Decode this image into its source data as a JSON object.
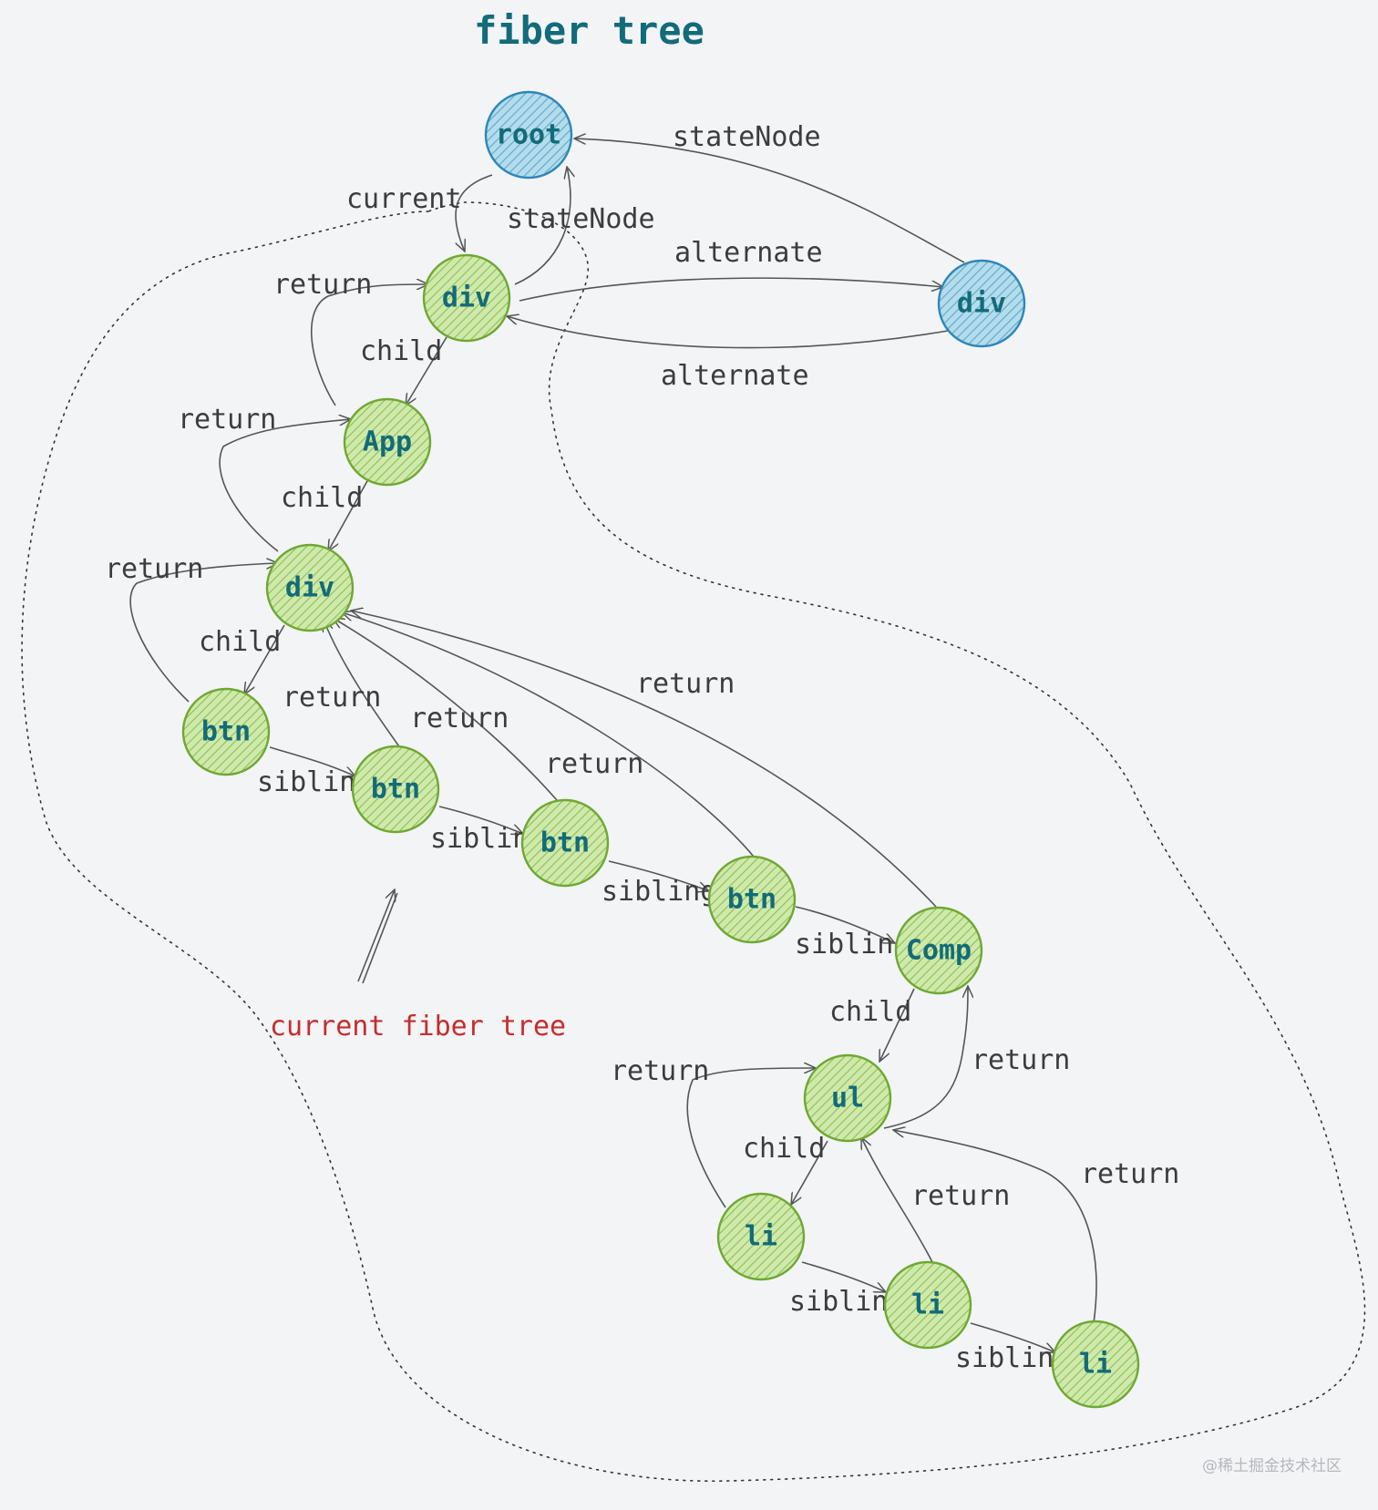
{
  "title": "fiber tree",
  "boundary_label": "current fiber tree",
  "watermark": "@稀土掘金技术社区",
  "colors": {
    "green_fill": "#c9e7a5",
    "green_stroke": "#6fa832",
    "blue_fill": "#a9d8e6",
    "blue_stroke": "#2d87b8",
    "node_text": "#136b78",
    "edge": "#555555",
    "label_red": "#c72c2c"
  },
  "nodes": [
    {
      "id": "root",
      "label": "root",
      "style": "blue"
    },
    {
      "id": "div-alt",
      "label": "div",
      "style": "blue"
    },
    {
      "id": "div-host",
      "label": "div",
      "style": "green"
    },
    {
      "id": "app",
      "label": "App",
      "style": "green"
    },
    {
      "id": "div-inner",
      "label": "div",
      "style": "green"
    },
    {
      "id": "btn1",
      "label": "btn",
      "style": "green"
    },
    {
      "id": "btn2",
      "label": "btn",
      "style": "green"
    },
    {
      "id": "btn3",
      "label": "btn",
      "style": "green"
    },
    {
      "id": "btn4",
      "label": "btn",
      "style": "green"
    },
    {
      "id": "comp",
      "label": "Comp",
      "style": "green"
    },
    {
      "id": "ul",
      "label": "ul",
      "style": "green"
    },
    {
      "id": "li1",
      "label": "li",
      "style": "green"
    },
    {
      "id": "li2",
      "label": "li",
      "style": "green"
    },
    {
      "id": "li3",
      "label": "li",
      "style": "green"
    }
  ],
  "edges": [
    {
      "id": "root-current",
      "from": "root",
      "to": "div-host",
      "label": "current"
    },
    {
      "id": "divhost-statenode",
      "from": "div-host",
      "to": "root",
      "label": "stateNode"
    },
    {
      "id": "divalt-statenode",
      "from": "div-alt",
      "to": "root",
      "label": "stateNode"
    },
    {
      "id": "alternate-1",
      "from": "div-host",
      "to": "div-alt",
      "label": "alternate"
    },
    {
      "id": "alternate-2",
      "from": "div-alt",
      "to": "div-host",
      "label": "alternate"
    },
    {
      "id": "divhost-child",
      "from": "div-host",
      "to": "app",
      "label": "child"
    },
    {
      "id": "app-return",
      "from": "app",
      "to": "div-host",
      "label": "return"
    },
    {
      "id": "app-child",
      "from": "app",
      "to": "div-inner",
      "label": "child"
    },
    {
      "id": "divinner-return",
      "from": "div-inner",
      "to": "app",
      "label": "return"
    },
    {
      "id": "divinner-child",
      "from": "div-inner",
      "to": "btn1",
      "label": "child"
    },
    {
      "id": "btn1-return",
      "from": "btn1",
      "to": "div-inner",
      "label": "return"
    },
    {
      "id": "btn1-sibling",
      "from": "btn1",
      "to": "btn2",
      "label": "sibling"
    },
    {
      "id": "btn2-return",
      "from": "btn2",
      "to": "div-inner",
      "label": "return"
    },
    {
      "id": "btn2-sibling",
      "from": "btn2",
      "to": "btn3",
      "label": "sibling"
    },
    {
      "id": "btn3-return",
      "from": "btn3",
      "to": "div-inner",
      "label": "return"
    },
    {
      "id": "btn3-sibling",
      "from": "btn3",
      "to": "btn4",
      "label": "sibling"
    },
    {
      "id": "btn4-return",
      "from": "btn4",
      "to": "div-inner",
      "label": "return"
    },
    {
      "id": "btn4-sibling",
      "from": "btn4",
      "to": "comp",
      "label": "sibling"
    },
    {
      "id": "comp-return",
      "from": "comp",
      "to": "div-inner",
      "label": "return"
    },
    {
      "id": "comp-child",
      "from": "comp",
      "to": "ul",
      "label": "child"
    },
    {
      "id": "ul-return",
      "from": "ul",
      "to": "comp",
      "label": "return"
    },
    {
      "id": "ul-child",
      "from": "ul",
      "to": "li1",
      "label": "child"
    },
    {
      "id": "li1-return",
      "from": "li1",
      "to": "ul",
      "label": "return"
    },
    {
      "id": "li1-sibling",
      "from": "li1",
      "to": "li2",
      "label": "sibling"
    },
    {
      "id": "li2-return",
      "from": "li2",
      "to": "ul",
      "label": "return"
    },
    {
      "id": "li2-sibling",
      "from": "li2",
      "to": "li3",
      "label": "sibling"
    },
    {
      "id": "li3-return",
      "from": "li3",
      "to": "ul",
      "label": "return"
    }
  ]
}
